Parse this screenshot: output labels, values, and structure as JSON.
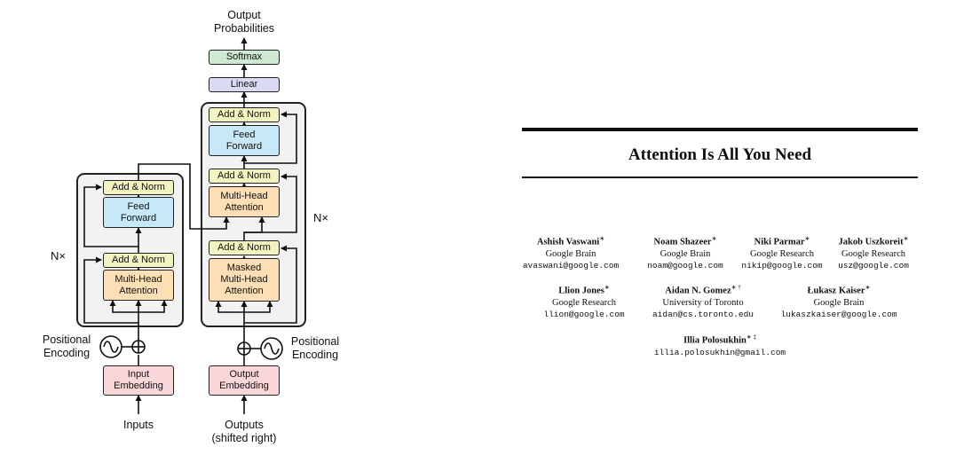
{
  "diagram": {
    "output_probabilities": "Output\nProbabilities",
    "softmax": "Softmax",
    "linear": "Linear",
    "encoder": {
      "add_norm_top": "Add & Norm",
      "feed_forward": "Feed\nForward",
      "add_norm_bottom": "Add & Norm",
      "multi_head_attention": "Multi-Head\nAttention",
      "nx": "N×"
    },
    "decoder": {
      "add_norm_top": "Add & Norm",
      "feed_forward": "Feed\nForward",
      "add_norm_mid": "Add & Norm",
      "multi_head_attention": "Multi-Head\nAttention",
      "add_norm_bottom": "Add & Norm",
      "masked_attention": "Masked\nMulti-Head\nAttention",
      "nx": "N×"
    },
    "positional_encoding_left": "Positional\nEncoding",
    "positional_encoding_right": "Positional\nEncoding",
    "input_embedding": "Input\nEmbedding",
    "output_embedding": "Output\nEmbedding",
    "inputs": "Inputs",
    "outputs": "Outputs\n(shifted right)"
  },
  "paper": {
    "title": "Attention Is All You Need",
    "authors": [
      {
        "name": "Ashish Vaswani",
        "mark": "∗",
        "affiliation": "Google Brain",
        "email": "avaswani@google.com"
      },
      {
        "name": "Noam Shazeer",
        "mark": "∗",
        "affiliation": "Google Brain",
        "email": "noam@google.com"
      },
      {
        "name": "Niki Parmar",
        "mark": "∗",
        "affiliation": "Google Research",
        "email": "nikip@google.com"
      },
      {
        "name": "Jakob Uszkoreit",
        "mark": "∗",
        "affiliation": "Google Research",
        "email": "usz@google.com"
      },
      {
        "name": "Llion Jones",
        "mark": "∗",
        "affiliation": "Google Research",
        "email": "llion@google.com"
      },
      {
        "name": "Aidan N. Gomez",
        "mark": "∗ †",
        "affiliation": "University of Toronto",
        "email": "aidan@cs.toronto.edu"
      },
      {
        "name": "Łukasz Kaiser",
        "mark": "∗",
        "affiliation": "Google Brain",
        "email": "lukaszkaiser@google.com"
      },
      {
        "name": "Illia Polosukhin",
        "mark": "∗ ‡",
        "affiliation": "",
        "email": "illia.polosukhin@gmail.com"
      }
    ]
  }
}
